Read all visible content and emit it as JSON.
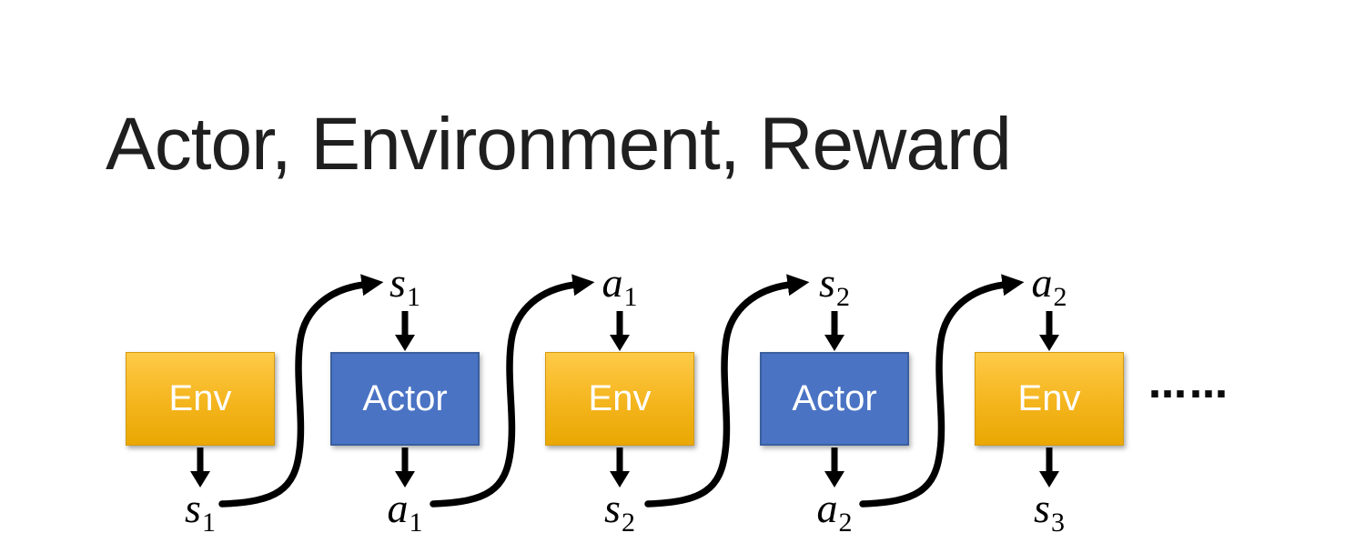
{
  "title": "Actor, Environment, Reward",
  "diagram": {
    "units": [
      {
        "kind": "env",
        "box": "Env",
        "bottom_out": {
          "var": "s",
          "sub": "1"
        }
      },
      {
        "kind": "actor",
        "box": "Actor",
        "top_in": {
          "var": "s",
          "sub": "1"
        },
        "bottom_out": {
          "var": "a",
          "sub": "1"
        }
      },
      {
        "kind": "env",
        "box": "Env",
        "top_in": {
          "var": "a",
          "sub": "1"
        },
        "bottom_out": {
          "var": "s",
          "sub": "2"
        }
      },
      {
        "kind": "actor",
        "box": "Actor",
        "top_in": {
          "var": "s",
          "sub": "2"
        },
        "bottom_out": {
          "var": "a",
          "sub": "2"
        }
      },
      {
        "kind": "env",
        "box": "Env",
        "top_in": {
          "var": "a",
          "sub": "2"
        },
        "bottom_out": {
          "var": "s",
          "sub": "3"
        }
      }
    ],
    "ellipsis": "……"
  },
  "colors": {
    "background": "#FFFFFF",
    "title_color": "#1F1F1F",
    "env_gradient_top": "#FFCA47",
    "env_gradient_bottom": "#E9A803",
    "env_border": "#D49A10",
    "actor_fill": "#4A73C4",
    "actor_border": "#3A5F9E",
    "box_text": "#FFFFFF",
    "arrow_ink": "#000000"
  }
}
